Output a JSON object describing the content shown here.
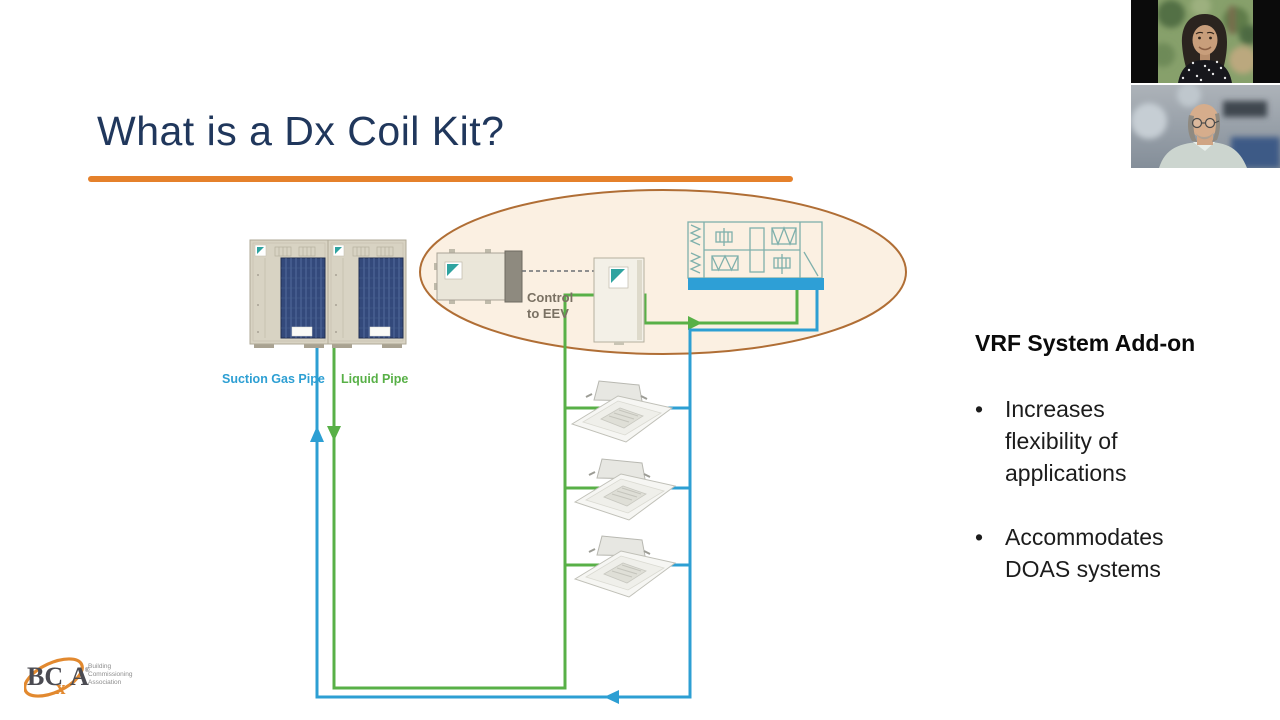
{
  "slide": {
    "title": "What is a Dx Coil Kit?"
  },
  "diagram": {
    "labels": {
      "suction": "Suction Gas Pipe",
      "liquid": "Liquid Pipe",
      "control_1": "Control",
      "control_2": "to EEV"
    },
    "colors": {
      "suction_pipe": "#2D9FD3",
      "liquid_pipe": "#58B047",
      "highlight_ellipse_fill": "#FBF0E2",
      "highlight_ellipse_stroke": "#B06E35",
      "accent_rule": "#E5812B",
      "title_text": "#20375C"
    }
  },
  "notes": {
    "heading": "VRF System Add-on",
    "bullet_char": "•",
    "bullets": [
      "Increases flexibility of applications",
      "Accommodates DOAS systems"
    ]
  },
  "logo": {
    "bc": "BC",
    "x": "x",
    "a": "A",
    "reg": "®",
    "org_lines": [
      "Building",
      "Commissioning",
      "Association"
    ]
  }
}
